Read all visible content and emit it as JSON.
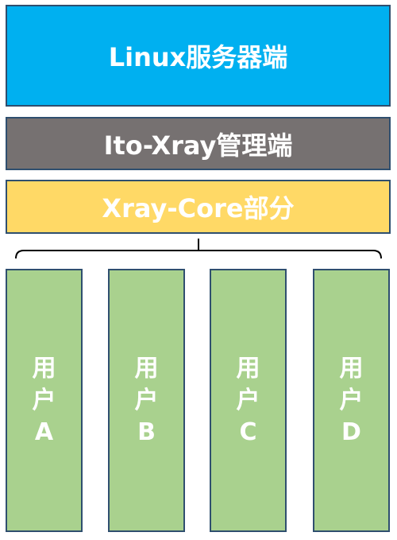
{
  "layers": {
    "linux_server": "Linux服务器端",
    "ito_xray_manager": "Ito-Xray管理端",
    "xray_core": "Xray-Core部分"
  },
  "users": [
    {
      "line1": "用",
      "line2": "户",
      "line3": "A"
    },
    {
      "line1": "用",
      "line2": "户",
      "line3": "B"
    },
    {
      "line1": "用",
      "line2": "户",
      "line3": "C"
    },
    {
      "line1": "用",
      "line2": "户",
      "line3": "D"
    }
  ],
  "colors": {
    "linux": "#00b0f0",
    "manager": "#767171",
    "core": "#ffd966",
    "user": "#a9d18e",
    "border": "#2f4f6f"
  }
}
